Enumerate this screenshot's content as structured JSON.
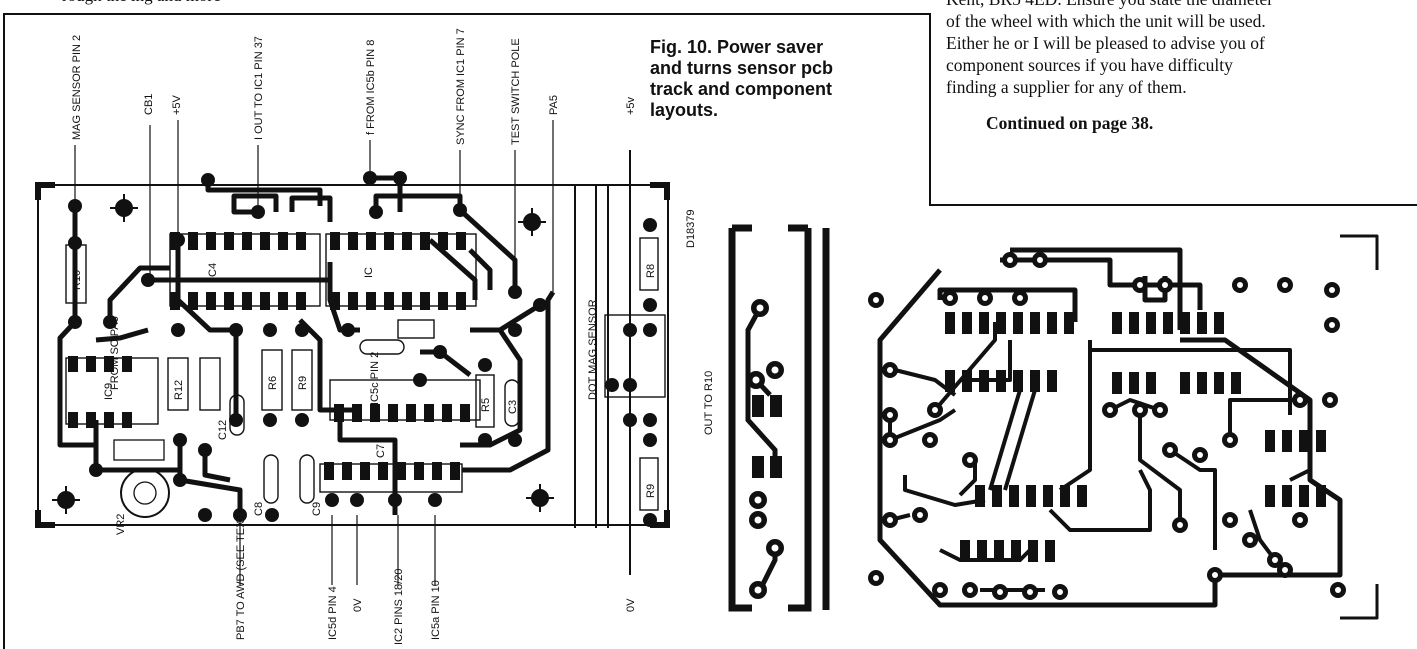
{
  "figure": {
    "caption_lines": [
      "Fig. 10. Power saver",
      "and turns sensor pcb",
      "track and component",
      "layouts."
    ]
  },
  "article": {
    "cut_line": "Kent, BR5 4ED. Ensure you state the diameter",
    "paragraph_lines": [
      "of the wheel with which the unit will be used.",
      "Either he or I will be pleased to advise you of",
      "component sources if you have difficulty",
      "finding a supplier for any of them."
    ],
    "continued": "Continued on page 38."
  },
  "component_layout": {
    "top_labels": [
      "MAG SENSOR PIN 2",
      "CB1",
      "+5V",
      "I OUT TO IC1 PIN 37",
      "f FROM IC5b PIN 8",
      "SYNC FROM IC1 PIN 7",
      "TEST SWITCH POLE",
      "PA5",
      "+5v"
    ],
    "bottom_labels": [
      "PB7 TO AWD (SEE TEXT)",
      "IC5d PIN 4",
      "0V",
      "IC2 PINS 18/20",
      "IC5a PIN 10",
      "0V"
    ],
    "ic_labels": [
      "IC9",
      "IC4",
      "IC",
      "IC5c PIN 2",
      "C7"
    ],
    "resistor_labels": [
      "R10",
      "R12",
      "R6",
      "R9",
      "R5",
      "R8",
      "R9"
    ],
    "capacitor_labels": [
      "C12",
      "C8",
      "C9",
      "C3"
    ],
    "misc_labels": [
      "VR2",
      "FROM SC PA6",
      "DOT MAG SENSOR",
      "OUT TO R10",
      "D18379"
    ]
  },
  "colors": {
    "ink": "#111111",
    "paper": "#ffffff"
  }
}
